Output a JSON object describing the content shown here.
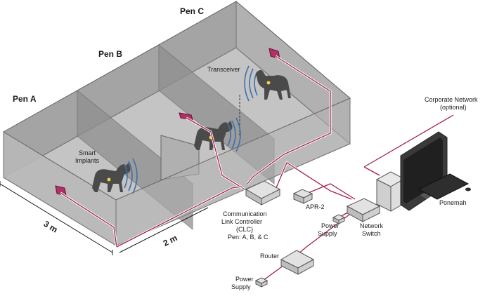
{
  "pens": [
    {
      "label": "Pen A"
    },
    {
      "label": "Pen B"
    },
    {
      "label": "Pen C"
    }
  ],
  "dimensions": {
    "length": "3 m",
    "width": "2 m"
  },
  "labels": {
    "transceiver": "Transceiver",
    "smart_implants": [
      "Smart",
      "Implants"
    ],
    "clc": [
      "Communication",
      "Link Controller",
      "(CLC)",
      "Pen: A, B, & C"
    ],
    "apr": "APR-2",
    "power_supply_1": [
      "Power",
      "Supply"
    ],
    "network_switch": [
      "Network",
      "Switch"
    ],
    "router": "Router",
    "power_supply_2": [
      "Power",
      "Supply"
    ],
    "corporate_network": [
      "Corporate Network",
      "(optional)"
    ],
    "ponemah": "Ponemah"
  },
  "colors": {
    "cable": "#a02050",
    "wave": "#3f6fa8",
    "enclosure": "#a7a7a7"
  }
}
